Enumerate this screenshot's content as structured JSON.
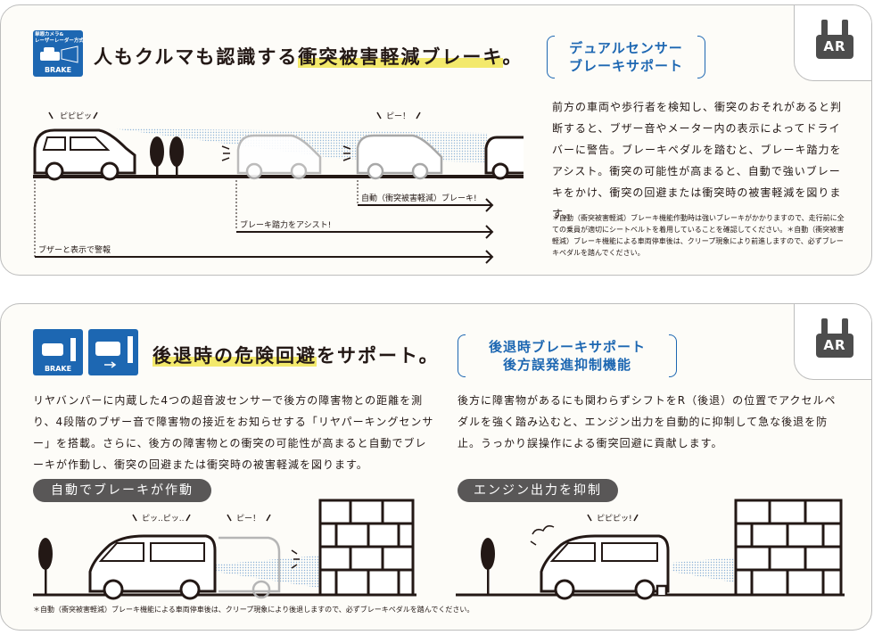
{
  "section1": {
    "badge_small": "単眼カメラ&\nレーザーレーダー方式",
    "badge_label": "BRAKE",
    "headline_pre": "人もクルマも認識する",
    "headline_hl": "衝突被害軽減ブレーキ",
    "headline_post": "。",
    "bracket_line1": "デュアルセンサー",
    "bracket_line2": "ブレーキサポート",
    "ar_label": "AR",
    "sound1": "ピピピッ",
    "sound2": "ピー！",
    "arrow1": "自動（衝突被害軽減）ブレーキ!",
    "arrow2": "ブレーキ踏力をアシスト!",
    "arrow3": "ブザーと表示で警報",
    "body": "前方の車両や歩行者を検知し、衝突のおそれがあると判断すると、ブザー音やメーター内の表示によってドライバーに警告。ブレーキペダルを踏むと、ブレーキ踏力をアシスト。衝突の可能性が高まると、自動で強いブレーキをかけ、衝突の回避または衝突時の被害軽減を図ります。",
    "note": "＊自動（衝突被害軽減）ブレーキ機能作動時は強いブレーキがかかりますので、走行前に全ての乗員が適切にシートベルトを着用していることを確認してください。＊自動（衝突被害軽減）ブレーキ機能による車両停車後は、クリープ現象により前進しますので、必ずブレーキペダルを踏んでください。"
  },
  "section2": {
    "badge_label": "BRAKE",
    "headline_hl": "後退時の危険回避",
    "headline_post": "をサポート。",
    "bracket_line1": "後退時ブレーキサポート",
    "bracket_line2": "後方誤発進抑制機能",
    "ar_label": "AR",
    "body_left": "リヤバンパーに内蔵した4つの超音波センサーで後方の障害物との距離を測り、4段階のブザー音で障害物の接近をお知らせする「リヤパーキングセンサー」を搭載。さらに、後方の障害物との衝突の可能性が高まると自動でブレーキが作動し、衝突の回避または衝突時の被害軽減を図ります。",
    "body_right": "後方に障害物があるにも関わらずシフトをR（後退）の位置でアクセルペダルを強く踏み込むと、エンジン出力を自動的に抑制して急な後退を防止。うっかり誤操作による衝突回避に貢献します。",
    "pill_left": "自動でブレーキが作動",
    "pill_right": "エンジン出力を抑制",
    "sound_left1": "ピッ..ピッ..",
    "sound_left2": "ピー！",
    "sound_right": "ピピピッ!",
    "footnote": "＊自動（衝突被害軽減）ブレーキ機能による車両停車後は、クリープ現象により後退しますので、必ずブレーキペダルを踏んでください。"
  },
  "colors": {
    "accent": "#1d67b2",
    "highlight": "#f3e96c",
    "dark": "#231815"
  }
}
